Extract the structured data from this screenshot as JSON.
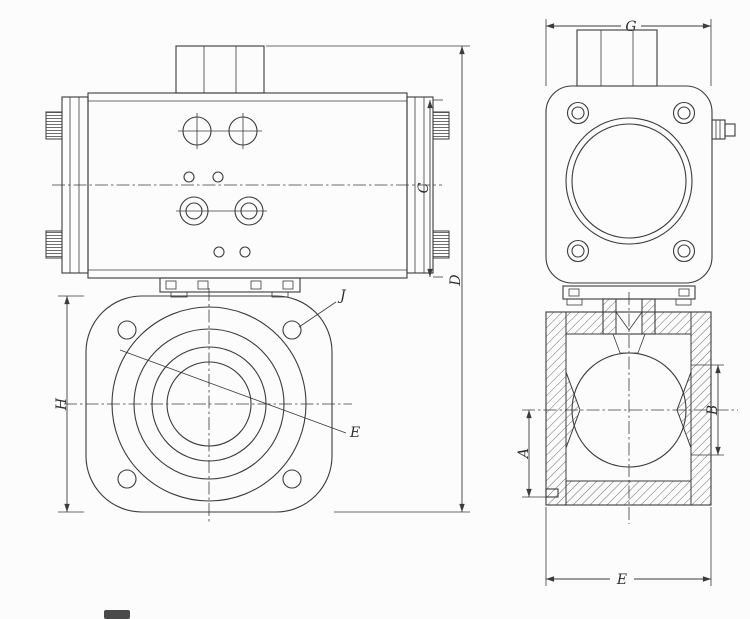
{
  "drawing": {
    "labels": {
      "g": "G",
      "c": "C",
      "d": "D",
      "j": "J",
      "h": "H",
      "e_front": "E",
      "a": "A",
      "b": "B",
      "e_bottom": "E"
    }
  },
  "colors": {
    "line": "#3b3b3b",
    "background": "#fcfcfc"
  }
}
